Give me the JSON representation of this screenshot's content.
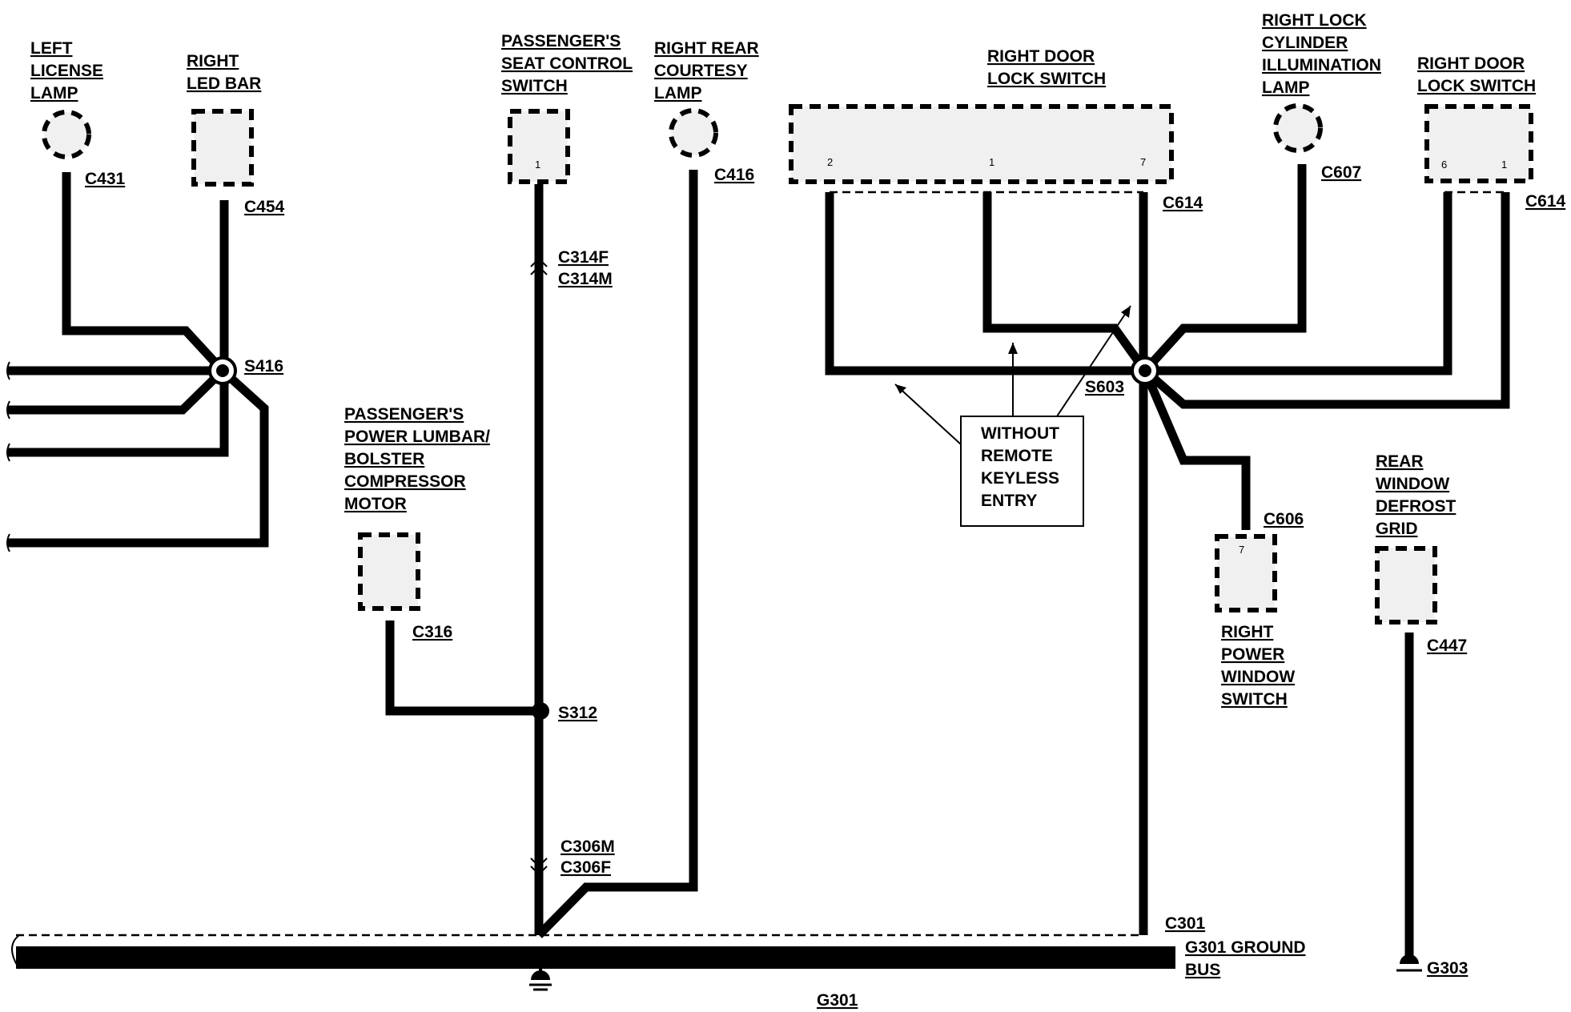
{
  "components": {
    "left_license_lamp": [
      "LEFT",
      "LICENSE",
      "LAMP"
    ],
    "right_led_bar": [
      "RIGHT",
      "LED BAR"
    ],
    "passenger_seat_control_switch": [
      "PASSENGER'S",
      "SEAT CONTROL",
      "SWITCH"
    ],
    "right_rear_courtesy_lamp": [
      "RIGHT REAR",
      "COURTESY",
      "LAMP"
    ],
    "right_door_lock_switch_main": [
      "RIGHT DOOR",
      "LOCK SWITCH"
    ],
    "right_lock_cylinder_illumination_lamp": [
      "RIGHT LOCK",
      "CYLINDER",
      "ILLUMINATION",
      "LAMP"
    ],
    "right_door_lock_switch_side": [
      "RIGHT DOOR",
      "LOCK SWITCH"
    ],
    "passenger_lumbar_motor": [
      "PASSENGER'S",
      "POWER LUMBAR/",
      "BOLSTER",
      "COMPRESSOR",
      "MOTOR"
    ],
    "right_power_window_switch": [
      "RIGHT",
      "POWER",
      "WINDOW",
      "SWITCH"
    ],
    "rear_window_defrost_grid": [
      "REAR",
      "WINDOW",
      "DEFROST",
      "GRID"
    ],
    "ground_bus": [
      "G301 GROUND",
      "BUS"
    ]
  },
  "connectors": {
    "c431": "C431",
    "c454": "C454",
    "c314f": "C314F",
    "c314m": "C314M",
    "c416": "C416",
    "c614_main": "C614",
    "c607": "C607",
    "c614_side": "C614",
    "c316": "C316",
    "c606": "C606",
    "c447": "C447",
    "c306m": "C306M",
    "c306f": "C306F",
    "c301": "C301"
  },
  "splices": {
    "s416": "S416",
    "s603": "S603",
    "s312": "S312"
  },
  "grounds": {
    "g301": "G301",
    "g303": "G303"
  },
  "pins": {
    "seat_switch": "1",
    "door_lock_a": "2",
    "door_lock_b": "1",
    "door_lock_c": "7",
    "side_lock_a": "6",
    "side_lock_b": "1",
    "window_switch": "7"
  },
  "note_box": [
    "WITHOUT",
    "REMOTE",
    "KEYLESS",
    "ENTRY"
  ]
}
